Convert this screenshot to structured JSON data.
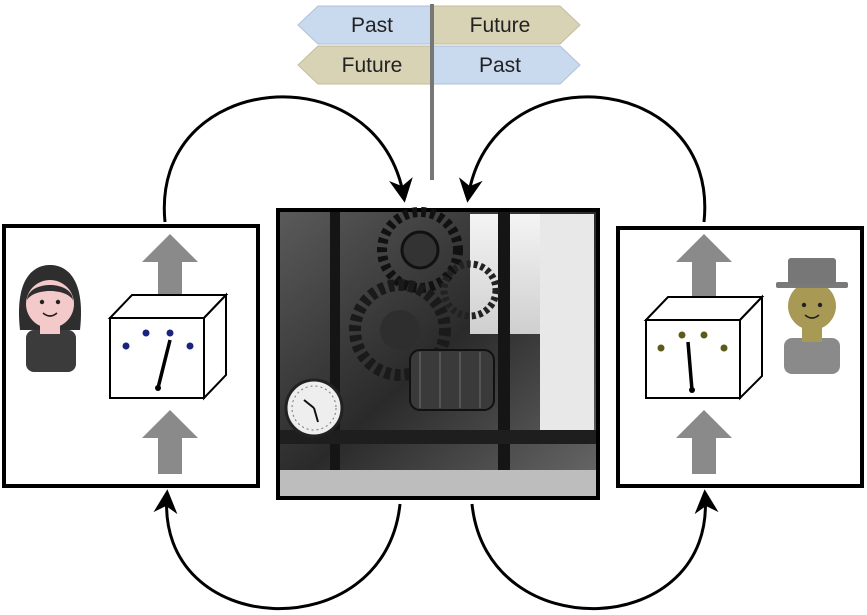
{
  "signpost": {
    "top_left": "Past",
    "top_right": "Future",
    "bottom_left": "Future",
    "bottom_right": "Past"
  },
  "colors": {
    "sign_blue": "#c9d9ee",
    "sign_tan": "#d9d3b6",
    "arrow_gray": "#8a8a8a",
    "girl_face": "#f3c9c9",
    "man_face": "#a89a55"
  },
  "panels": {
    "left": {
      "figure": "girl-icon",
      "device": "clock-box-icon"
    },
    "center": {
      "image": "clock-mechanism-photo"
    },
    "right": {
      "figure": "top-hat-man-icon",
      "device": "clock-box-icon"
    }
  }
}
